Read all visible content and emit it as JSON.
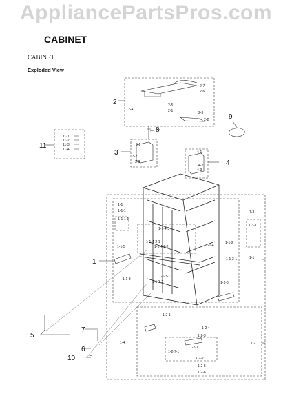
{
  "watermark": "AppliancePartsPros.com",
  "title": "CABINET",
  "subtitle": "CABINET",
  "view_label": "Exploded View",
  "callouts": {
    "c1": "1",
    "c2": "2",
    "c3": "3",
    "c4": "4",
    "c5": "5",
    "c6": "6",
    "c7": "7",
    "c8": "8",
    "c9": "9",
    "c10": "10",
    "c11": "11"
  },
  "part_labels": {
    "p2_7": "2-7",
    "p2_6": "2-6",
    "p2_5": "2-5",
    "p2_4": "2-4",
    "p2_1": "2-1",
    "p2_3": "2-3",
    "p2_2": "2-2",
    "p11_1": "11-1",
    "p11_2": "11-2",
    "p11_3": "11-3",
    "p11_4": "11-4",
    "p3_1": "3-1",
    "p3_2": "3-2",
    "p3_3": "3-3",
    "p4_1": "4-1",
    "p4_2": "4-2",
    "p4_3": "4-3",
    "p1_1": "1-1",
    "p1_1_1": "1-1-1",
    "p1_1_1_1": "1-1-1-1",
    "p1_1_4_3": "1-1-4-3",
    "p1_1_4": "1-1-4",
    "p1_1_4_2_1": "1-1-4-2-1",
    "p1_1_4_2_2": "1-1-4-2-2",
    "p1_1_5": "1-1-5",
    "p1_1_3": "1-1-3",
    "p1_1_3_1": "1-1-3-1",
    "p1_1_3_2": "1-1-3-2",
    "p1_1_6": "1-1-6",
    "p1_1_2": "1-1-2",
    "p1_1_2_1": "1-1-2-1",
    "p1_1_main": "1-1",
    "p1_3": "1-3",
    "p1_3_1": "1-3-1",
    "p1_2_1": "1-2-1",
    "p1_4": "1-4",
    "p1_2_4": "1-2-4",
    "p1_2_3": "1-2-3",
    "p1_2_7": "1-2-7",
    "p1_2_7_1": "1-2-7-1",
    "p1_2_2": "1-2-2",
    "p1_2_5": "1-2-5",
    "p1_2_6": "1-2-6",
    "p1_2": "1-2"
  }
}
